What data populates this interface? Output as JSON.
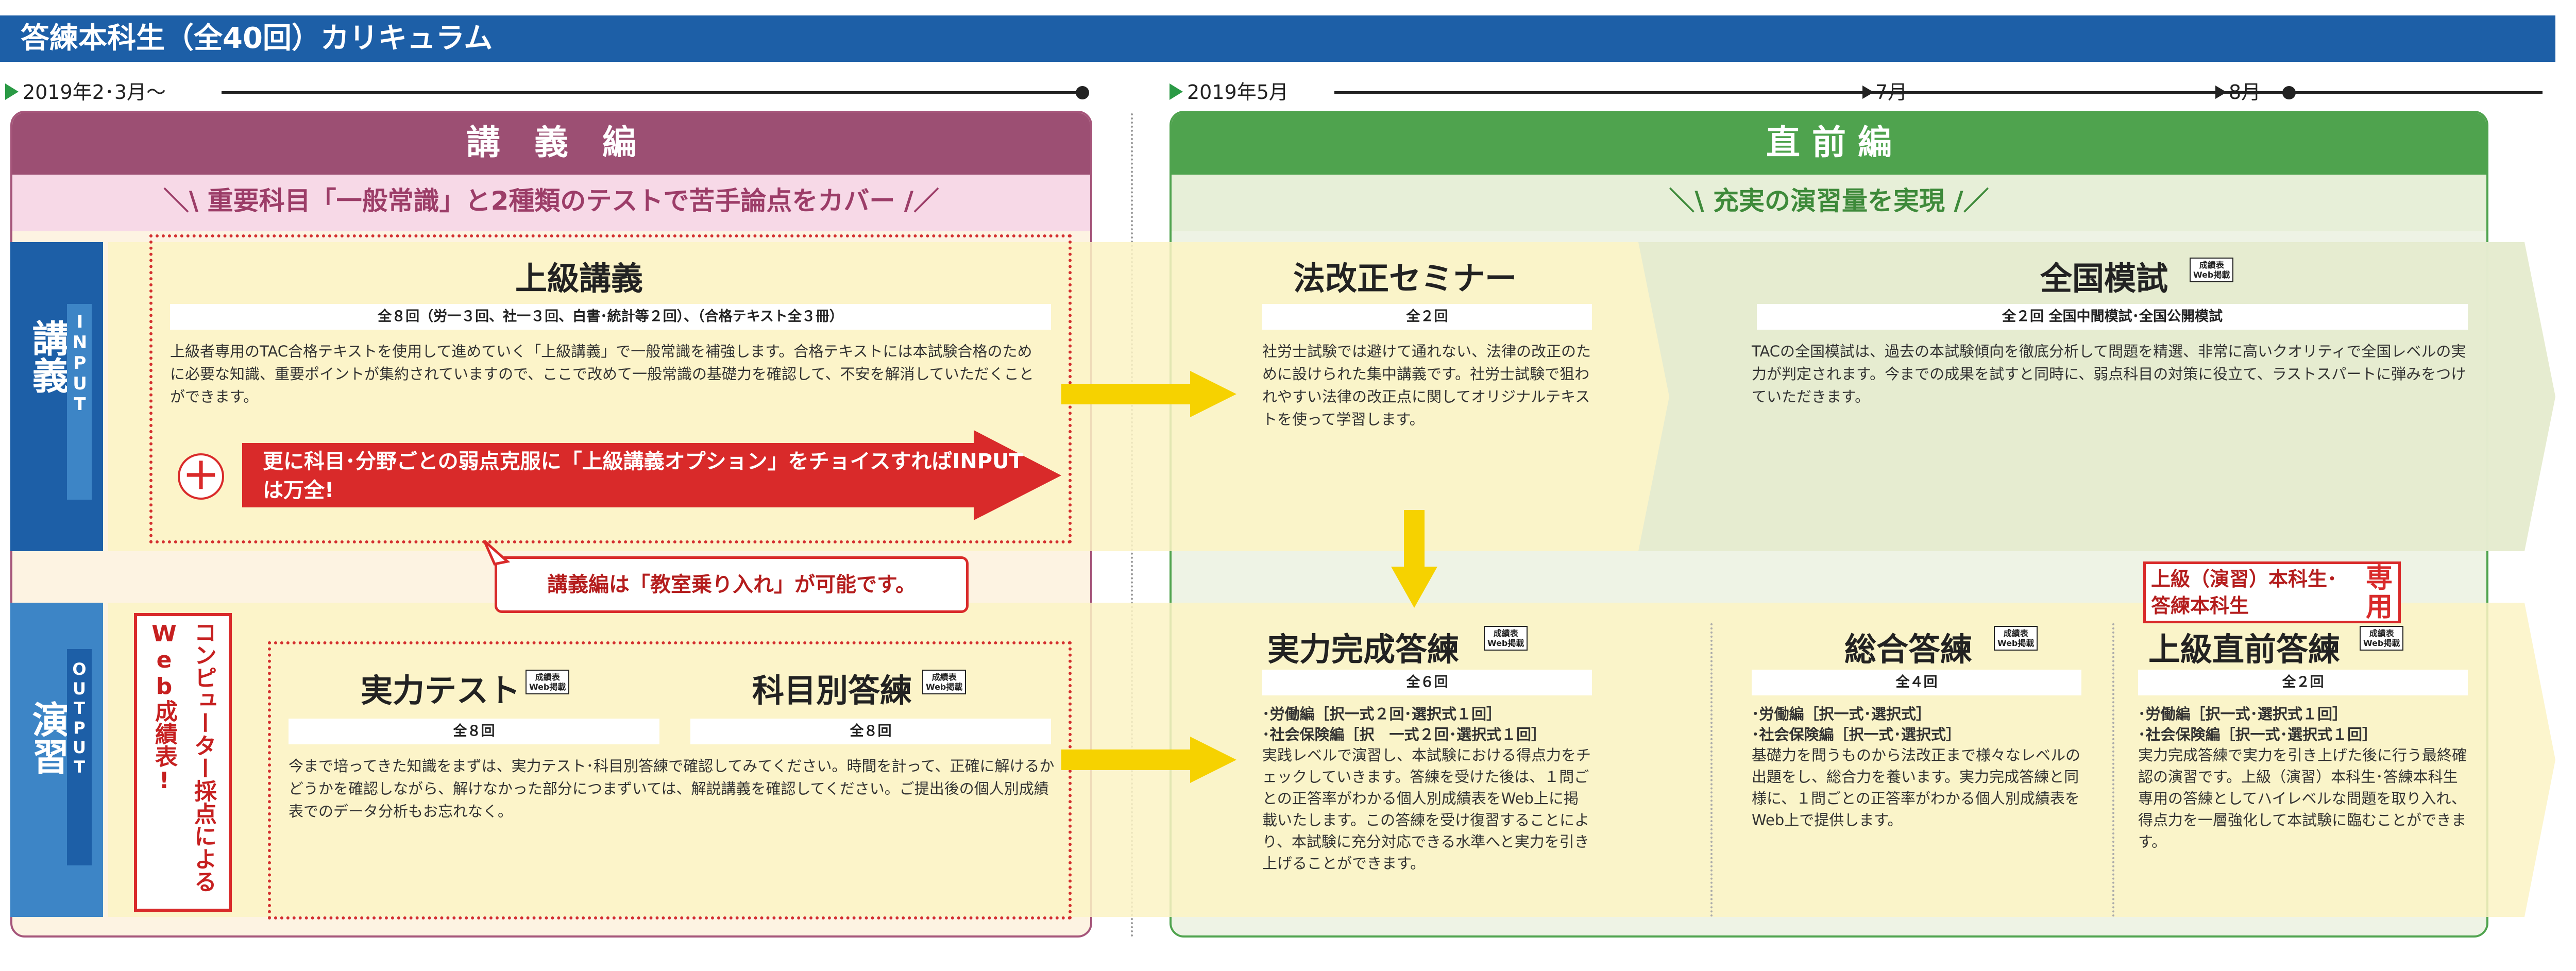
{
  "header": {
    "title": "答練本科生（全40回）カリキュラム"
  },
  "timeline": {
    "left_start": "2019年2･3月～",
    "right_start": "2019年5月",
    "jul": "7月",
    "aug": "8月"
  },
  "colors": {
    "header_blue": "#1d5fa7",
    "lecture_purple": "#9c4f73",
    "final_green": "#4fa34e",
    "input_blue": "#3d85c6",
    "red": "#d92a2a",
    "yellow": "#f6d200"
  },
  "lecture": {
    "title": "講　義　編",
    "banner": "重要科目「一般常識」と2種類のテストで苦手論点をカバー"
  },
  "final": {
    "title": "直 前 編",
    "banner": "充実の演習量を実現"
  },
  "side": {
    "input_main": "講義",
    "input_sub": "INPUT",
    "output_main": "演習",
    "output_sub": "OUTPUT"
  },
  "jokyu": {
    "title": "上級講義",
    "sub": "全８回（労一３回、社一３回、白書･統計等２回）、（合格テキスト全３冊）",
    "body": "上級者専用のTAC合格テキストを使用して進めていく「上級講義」で一般常識を補強します。合格テキストには本試験合格のために必要な知識、重要ポイントが集約されていますので、ここで改めて一般常識の基礎力を確認して、不安を解消していただくことができます。"
  },
  "option": {
    "plus": "＋",
    "text": "更に科目･分野ごとの弱点克服に「上級講義オプション」をチョイスすればINPUTは万全!"
  },
  "callout": {
    "text": "講義編は「教室乗り入れ」が可能です。"
  },
  "badge": {
    "line1": "成績表",
    "line2": "Web掲載"
  },
  "red_vertical": {
    "text": "コンピューター採点によるWeb成績表!"
  },
  "jitsuryoku_test": {
    "title": "実力テスト",
    "sub": "全８回"
  },
  "kamoku": {
    "title": "科目別答練",
    "sub": "全８回"
  },
  "test_body": "今まで培ってきた知識をまずは、実力テスト･科目別答練で確認してみてください。時間を計って、正確に解けるかどうかを確認しながら、解けなかった部分につまずいては、解説講義を確認してください。ご提出後の個人別成績表でのデータ分析もお忘れなく。",
  "hokaisei": {
    "title": "法改正セミナー",
    "sub": "全２回",
    "body": "社労士試験では避けて通れない、法律の改正のために設けられた集中講義です。社労士試験で狙われやすい法律の改正点に関してオリジナルテキストを使って学習します。"
  },
  "zenkoku": {
    "title": "全国模試",
    "sub": "全２回 全国中間模試･全国公開模試",
    "body": "TACの全国模試は、過去の本試験傾向を徹底分析して問題を精選、非常に高いクオリティで全国レベルの実力が判定されます。今までの成果を試すと同時に、弱点科目の対策に役立て、ラストスパートに弾みをつけていただきます。"
  },
  "jitsuryoku_kansei": {
    "title": "実力完成答練",
    "sub": "全６回",
    "line1": "･労働編［択一式２回･選択式１回］",
    "line2": "･社会保険編［択　一式２回･選択式１回］",
    "body": "実践レベルで演習し、本試験における得点力をチェックしていきます。答練を受けた後は、１問ごとの正答率がわかる個人別成績表をWeb上に掲載いたします。この答練を受け復習することにより、本試験に充分対応できる水準へと実力を引き上げることができます。"
  },
  "sogo": {
    "title": "総合答練",
    "sub": "全４回",
    "line1": "･労働編［択一式･選択式］",
    "line2": "･社会保険編［択一式･選択式］",
    "body": "基礎力を問うものから法改正まで様々なレベルの出題をし、総合力を養います。実力完成答練と同様に、１問ごとの正答率がわかる個人別成績表をWeb上で提供します。"
  },
  "jokyu_chokuzen": {
    "title": "上級直前答練",
    "sub": "全２回",
    "line1": "･労働編［択一式･選択式１回］",
    "line2": "･社会保険編［択一式･選択式１回］",
    "body": "実力完成答練で実力を引き上げた後に行う最終確認の演習です。上級（演習）本科生･答練本科生専用の答練としてハイレベルな問題を取り入れ、得点力を一層強化して本試験に臨むことができます。"
  },
  "senyo": {
    "label_line1": "上級（演習）本科生･",
    "label_line2": "答練本科生",
    "stamp": "専用"
  }
}
